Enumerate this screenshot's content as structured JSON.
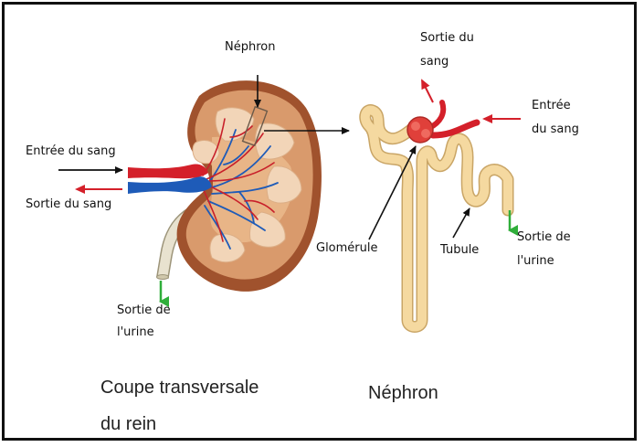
{
  "labels": {
    "nephron_top": "Néphron",
    "entree_left": "Entrée du sang",
    "sortie_left": "Sortie du sang",
    "urine_left_1": "Sortie de",
    "urine_left_2": "l'urine",
    "sortie_right_1": "Sortie du",
    "sortie_right_2": "sang",
    "entree_right_1": "Entrée",
    "entree_right_2": "du sang",
    "glomerule": "Glomérule",
    "tubule": "Tubule",
    "urine_right_1": "Sortie de",
    "urine_right_2": "l'urine"
  },
  "captions": {
    "kidney_1": "Coupe transversale",
    "kidney_2": "du rein",
    "nephron": "Néphron"
  },
  "colors": {
    "artery": "#d4202a",
    "vein": "#1e5bb8",
    "kidney_outer": "#a0522d",
    "kidney_cortex": "#d99a6c",
    "pyramid": "#f2d5b8",
    "tubule": "#f5d9a0",
    "glomerulus": "#e0403a",
    "urine_arrow": "#2fae3a"
  }
}
